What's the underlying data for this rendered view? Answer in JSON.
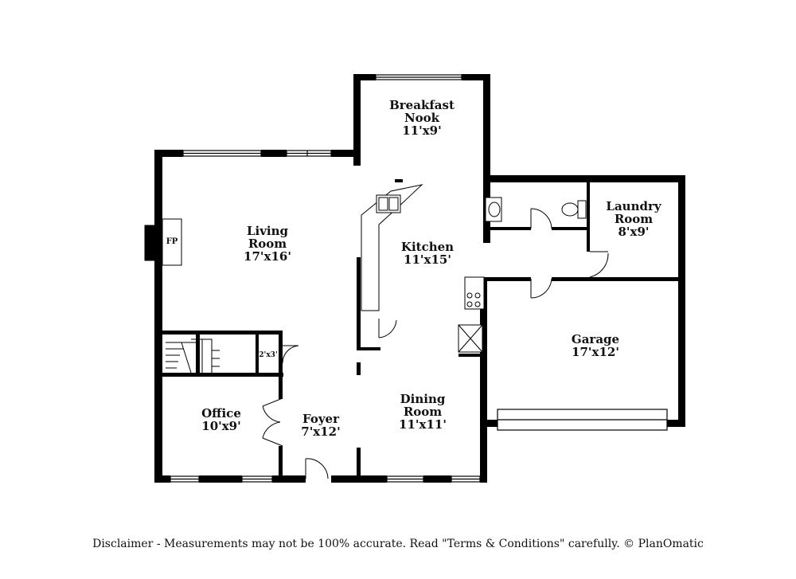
{
  "rooms": {
    "breakfast_nook": {
      "name_line1": "Breakfast",
      "name_line2": "Nook",
      "size": "11'x9'"
    },
    "living_room": {
      "name_line1": "Living",
      "name_line2": "Room",
      "size": "17'x16'"
    },
    "kitchen": {
      "name": "Kitchen",
      "size": "11'x15'"
    },
    "laundry_room": {
      "name_line1": "Laundry",
      "name_line2": "Room",
      "size": "8'x9'"
    },
    "garage": {
      "name": "Garage",
      "size": "17'x12'"
    },
    "office": {
      "name": "Office",
      "size": "10'x9'"
    },
    "foyer": {
      "name": "Foyer",
      "size": "7'x12'"
    },
    "dining_room": {
      "name_line1": "Dining",
      "name_line2": "Room",
      "size": "11'x11'"
    },
    "closet": {
      "size": "2'x3'"
    }
  },
  "fireplace_label": "FP",
  "disclaimer": "Disclaimer - Measurements may not be 100% accurate. Read \"Terms & Conditions\" carefully. © PlanOmatic"
}
